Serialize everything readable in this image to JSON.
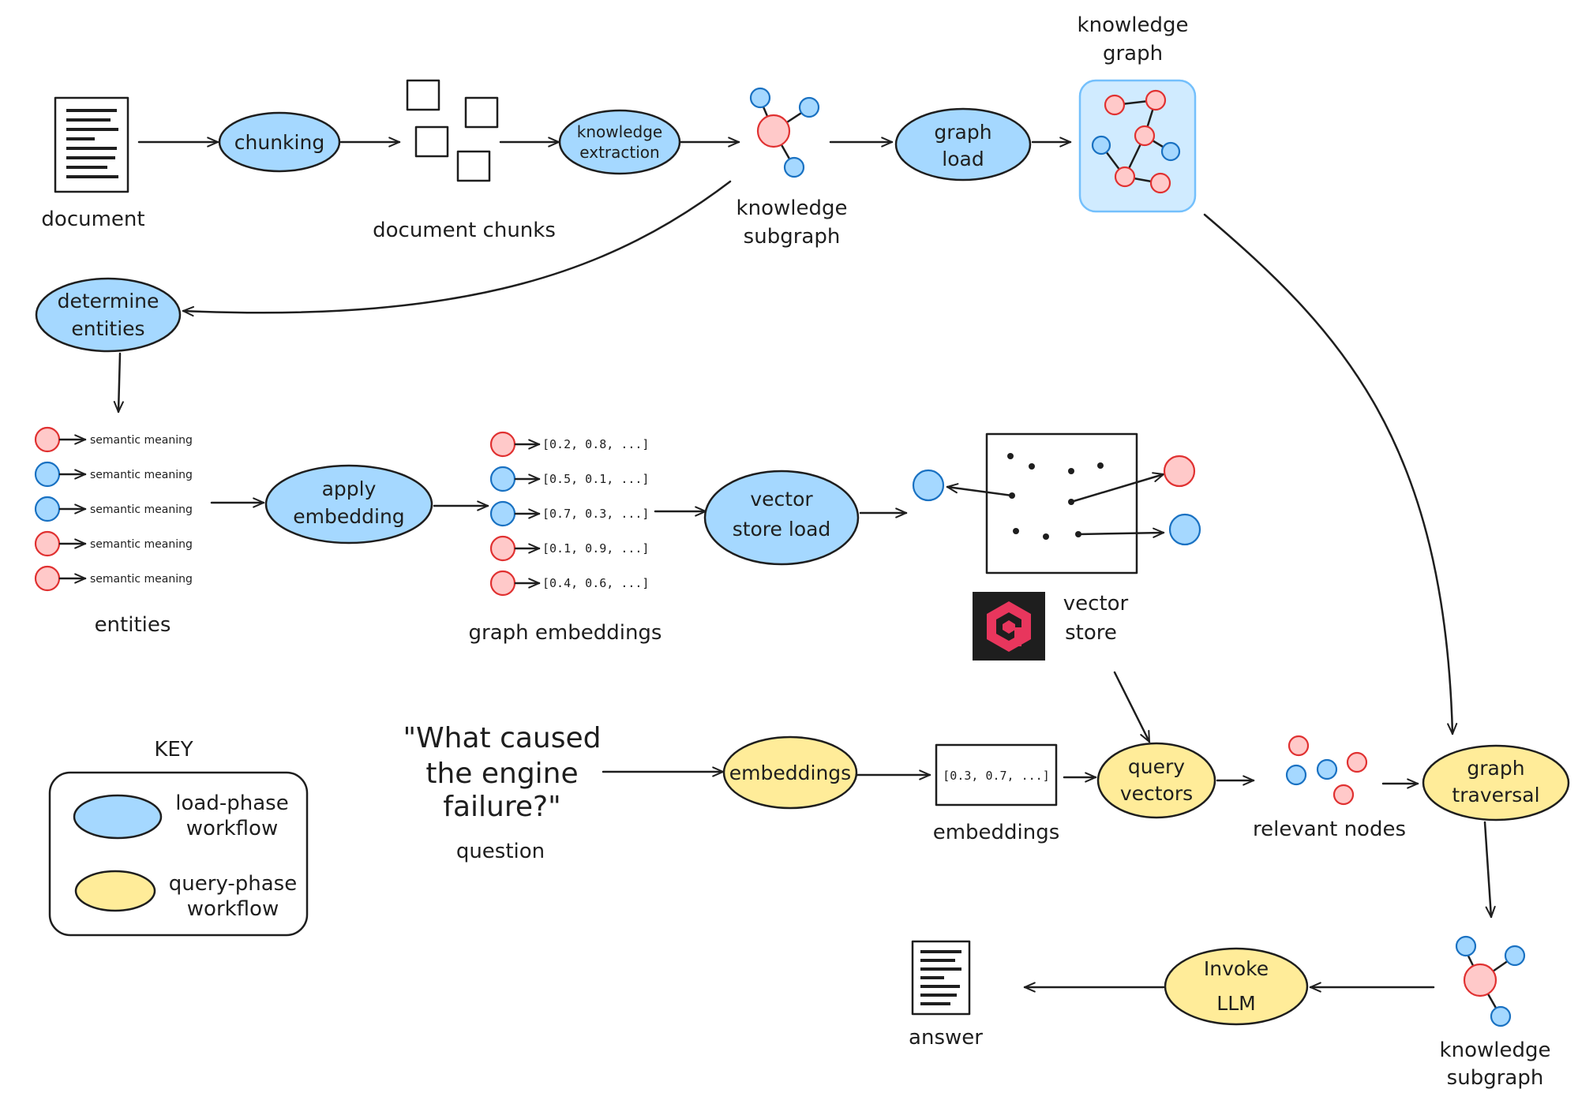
{
  "colors": {
    "load_phase": "#a5d8ff",
    "query_phase": "#ffec99",
    "entity_red": "#ffc9c9",
    "entity_blue": "#a5d8ff",
    "graph_box": "#d0ebff",
    "logo_bg": "#1e1e1e",
    "logo_red": "#e8365d"
  },
  "labels": {
    "document": "document",
    "chunking": "chunking",
    "document_chunks": "document chunks",
    "knowledge_extraction_1": "knowledge",
    "knowledge_extraction_2": "extraction",
    "knowledge_subgraph_1": "knowledge",
    "knowledge_subgraph_2": "subgraph",
    "graph_load_1": "graph",
    "graph_load_2": "load",
    "knowledge_graph_1": "knowledge",
    "knowledge_graph_2": "graph",
    "determine_entities_1": "determine",
    "determine_entities_2": "entities",
    "entities": "entities",
    "apply_embedding_1": "apply",
    "apply_embedding_2": "embedding",
    "graph_embeddings": "graph embeddings",
    "vector_store_load_1": "vector",
    "vector_store_load_2": "store load",
    "vector_store_1": "vector",
    "vector_store_2": "store",
    "question_1": "\"What caused",
    "question_2": "the engine",
    "question_3": "failure?\"",
    "question_caption": "question",
    "embeddings_node": "embeddings",
    "embeddings_caption": "embeddings",
    "query_vectors_1": "query",
    "query_vectors_2": "vectors",
    "relevant_nodes": "relevant nodes",
    "graph_traversal_1": "graph",
    "graph_traversal_2": "traversal",
    "query_subgraph_1": "knowledge",
    "query_subgraph_2": "subgraph",
    "invoke_llm_1": "Invoke",
    "invoke_llm_2": "LLM",
    "answer": "answer"
  },
  "entities": [
    {
      "color": "red",
      "label": "semantic meaning"
    },
    {
      "color": "blue",
      "label": "semantic meaning"
    },
    {
      "color": "blue",
      "label": "semantic meaning"
    },
    {
      "color": "red",
      "label": "semantic meaning"
    },
    {
      "color": "red",
      "label": "semantic meaning"
    }
  ],
  "graph_embeddings": [
    {
      "color": "red",
      "vector": "[0.2, 0.8, ...]"
    },
    {
      "color": "blue",
      "vector": "[0.5, 0.1, ...]"
    },
    {
      "color": "blue",
      "vector": "[0.7, 0.3, ...]"
    },
    {
      "color": "red",
      "vector": "[0.1, 0.9, ...]"
    },
    {
      "color": "red",
      "vector": "[0.4, 0.6, ...]"
    }
  ],
  "query_embedding": "[0.3, 0.7, ...]",
  "key": {
    "title": "KEY",
    "load_1": "load-phase",
    "load_2": "workflow",
    "query_1": "query-phase",
    "query_2": "workflow"
  }
}
